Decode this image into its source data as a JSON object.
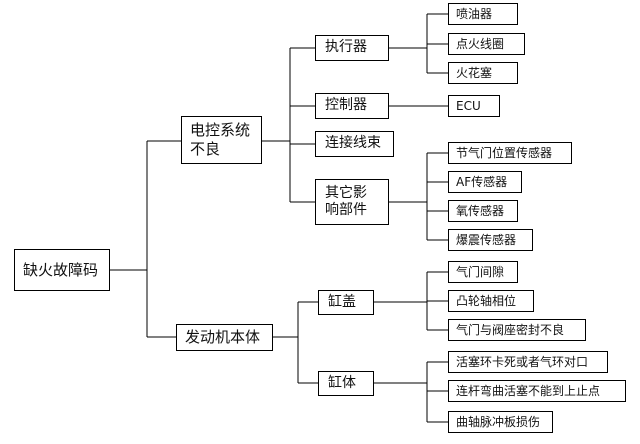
{
  "diagram": {
    "root": "缺火故障码",
    "branches": [
      {
        "label_lines": [
          "电控系统",
          "不良"
        ],
        "groups": [
          {
            "label_lines": [
              "执行器"
            ],
            "leaves": [
              "喷油器",
              "点火线圈",
              "火花塞"
            ]
          },
          {
            "label_lines": [
              "控制器"
            ],
            "leaves": [
              "ECU"
            ]
          },
          {
            "label_lines": [
              "连接线束"
            ],
            "leaves": []
          },
          {
            "label_lines": [
              "其它影",
              "响部件"
            ],
            "leaves": [
              "节气门位置传感器",
              "AF传感器",
              "氧传感器",
              "爆震传感器"
            ]
          }
        ]
      },
      {
        "label_lines": [
          "发动机本体"
        ],
        "groups": [
          {
            "label_lines": [
              "缸盖"
            ],
            "leaves": [
              "气门间隙",
              "凸轮轴相位",
              "气门与阀座密封不良"
            ]
          },
          {
            "label_lines": [
              "缸体"
            ],
            "leaves": [
              "活塞环卡死或者气环对口",
              "连杆弯曲活塞不能到上止点",
              "曲轴脉冲板损伤"
            ]
          }
        ]
      }
    ]
  }
}
